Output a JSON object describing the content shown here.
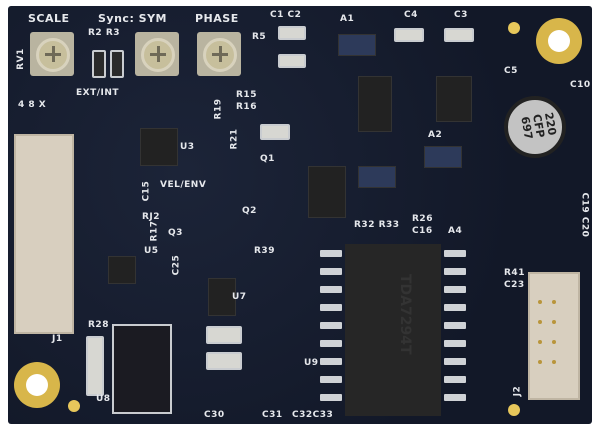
{
  "silkscreen": {
    "scale": "SCALE",
    "sync_sym": "Sync: SYM",
    "phase": "PHASE",
    "rv1": "RV1",
    "r2_r3": "R2 R3",
    "r5": "R5",
    "c1_c2": "C1 C2",
    "a1": "A1",
    "c4": "C4",
    "c3": "C3",
    "c5": "C5",
    "c10": "C10",
    "ext_int": "EXT/INT",
    "mult": "4  8  X",
    "r19": "R19",
    "r15": "R15",
    "r16": "R16",
    "r21": "R21",
    "u3": "U3",
    "q1": "Q1",
    "vel_env": "VEL/ENV",
    "c15": "C15",
    "rj2": "RJ2",
    "r17": "R17",
    "q2": "Q2",
    "q3": "Q3",
    "u5": "U5",
    "c25": "C25",
    "r39": "R39",
    "u7": "U7",
    "r28": "R28",
    "j1": "J1",
    "u8": "U8",
    "c30": "C30",
    "c31": "C31",
    "c32_c33": "C32C33",
    "u9": "U9",
    "r32_r33": "R32 R33",
    "r26": "R26",
    "c16": "C16",
    "a4": "A4",
    "a2": "A2",
    "c19_c20": "C19 C20",
    "r41": "R41",
    "c23": "C23",
    "j2": "J2"
  },
  "capacitor_marking": "220 CFP 697",
  "chip_marking": "TDA7294T",
  "colors": {
    "board": "#141a2a",
    "silkscreen": "#e6e8ec",
    "gold": "#d8b64a"
  }
}
